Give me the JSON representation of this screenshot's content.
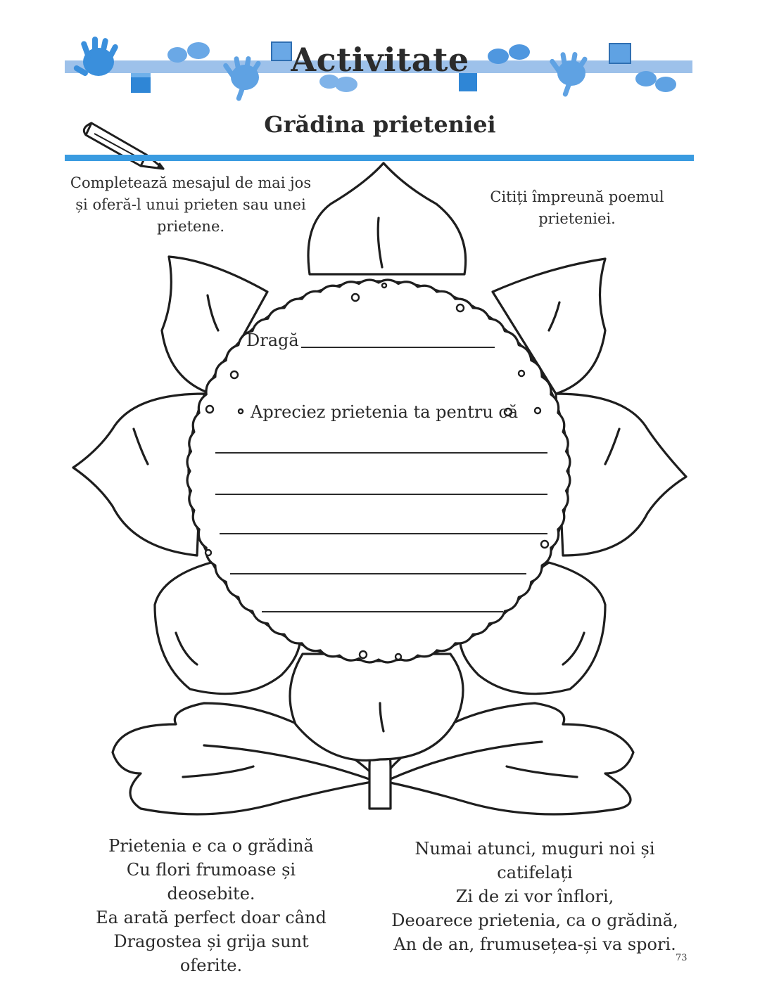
{
  "header": {
    "banner_title": "Activitate",
    "subtitle": "Grădina prieteniei"
  },
  "instructions": {
    "left": [
      "Completează mesajul de mai jos",
      "și oferă-l unui prieten sau unei",
      "prietene."
    ],
    "right": [
      "Citiți împreună poemul",
      "prieteniei."
    ]
  },
  "letter": {
    "greeting": "Dragă",
    "prompt": "Apreciez prietenia ta pentru că"
  },
  "poem": {
    "stanza_left": [
      "Prietenia e ca o grădină",
      "Cu flori frumoase și deosebite.",
      "Ea arată perfect doar când",
      "Dragostea și grija sunt oferite."
    ],
    "stanza_right": [
      "Numai atunci, muguri noi și catifelați",
      "Zi de zi vor înflori,",
      "Deoarece prietenia, ca o grădină,",
      "An de an, frumusețea-și va spori."
    ]
  },
  "page_number": "73",
  "colors": {
    "banner_band": "#9dc1ea",
    "accent_blue": "#3a9be0",
    "shape_blue": "#2f86d6",
    "line_art": "#1e1e1e"
  },
  "icons": [
    "hand-icon",
    "footprint-icon",
    "cube-icon",
    "pencil-icon",
    "flower-illustration"
  ]
}
